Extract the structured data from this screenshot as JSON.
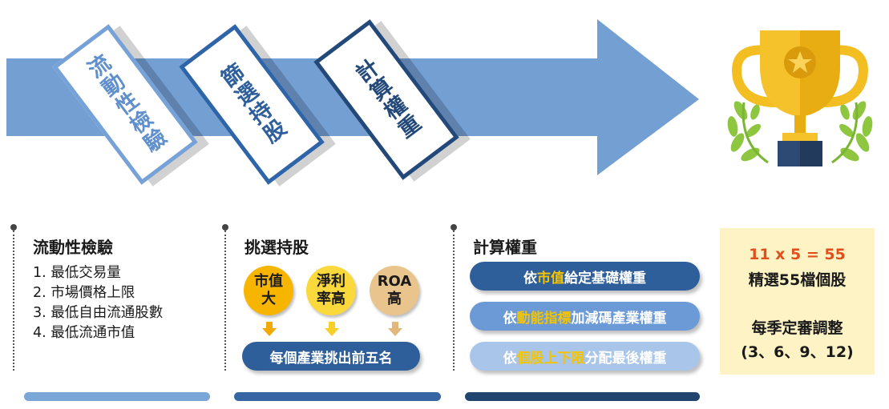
{
  "steps": [
    {
      "label": "流動性檢驗"
    },
    {
      "label": "篩選持股"
    },
    {
      "label": "計算權重"
    }
  ],
  "columns": {
    "liquidity": {
      "title": "流動性檢驗",
      "items": [
        "1.  最低交易量",
        "2.  市場價格上限",
        "3.  最低自由流通股數",
        "4.  最低流通市值"
      ]
    },
    "selection": {
      "title": "挑選持股",
      "criteria": [
        {
          "line1": "市值",
          "line2": "大",
          "color": "#f7b500"
        },
        {
          "line1": "淨利",
          "line2": "率高",
          "color": "#fbd93d"
        },
        {
          "line1": "ROA",
          "line2": "高",
          "color": "#e9c48c"
        }
      ],
      "result": "每個產業挑出前五名"
    },
    "weighting": {
      "title": "計算權重",
      "rows": [
        {
          "pre": "依",
          "hl": "市值",
          "post": "給定基礎權重",
          "bg": "#2f5f9a"
        },
        {
          "pre": "依",
          "hl": "動能指標",
          "post": "加減碼產業權重",
          "bg": "#6b9ad6"
        },
        {
          "pre": "依",
          "hl": "個股上下限",
          "post": "分配最後權重",
          "bg": "#a9c6ea"
        }
      ]
    }
  },
  "result": {
    "formula": "11 x 5 = 55",
    "picked": "精選55檔個股",
    "review": "每季定審調整",
    "months": "(3、6、9、12)"
  },
  "colors": {
    "arrow": "#739fd3",
    "bar1": "#7aa6d8",
    "bar2": "#3565a2",
    "bar3": "#22456f",
    "formula": "#e0501e",
    "highlight": "#f5c400"
  },
  "icons": {
    "trophy": "trophy-icon"
  }
}
